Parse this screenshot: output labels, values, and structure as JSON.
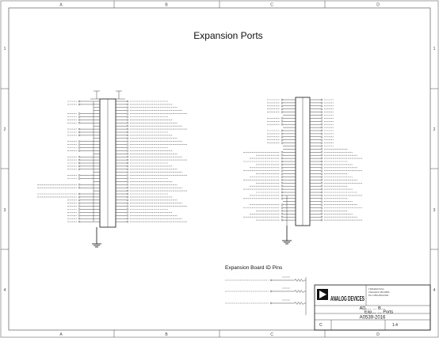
{
  "sheet": {
    "title": "Expansion Ports",
    "col_labels": [
      "A",
      "B",
      "C",
      "D"
    ],
    "row_labels": [
      "1",
      "2",
      "3",
      "4"
    ]
  },
  "id_section": {
    "title": "Expansion Board ID Pins"
  },
  "title_block": {
    "company": "ANALOG DEVICES",
    "address_lines": [
      "2 Elizabeth Drive",
      "Chelmsford, MA 01824",
      "PH: 1-800-ANALOGD"
    ],
    "title_lines": [
      "AD-… … B…",
      "Exp… … Ports"
    ],
    "doc_number": "A0539-2016",
    "size": "C",
    "rev": "1.4"
  }
}
